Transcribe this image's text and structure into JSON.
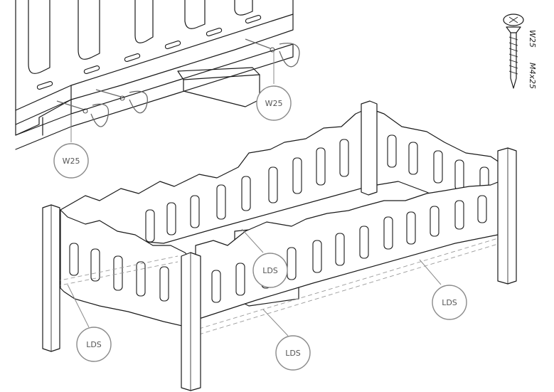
{
  "callouts": {
    "w25_top": "W25",
    "w25_left": "W25",
    "lds_center": "LDS",
    "lds_right": "LDS",
    "lds_left": "LDS",
    "lds_bottom": "LDS"
  },
  "screw": {
    "code": "W25",
    "size": "M4x25"
  },
  "colors": {
    "line": "#1a1a1a",
    "callout": "#8a8a8a",
    "dashed": "#9a9a9a"
  }
}
